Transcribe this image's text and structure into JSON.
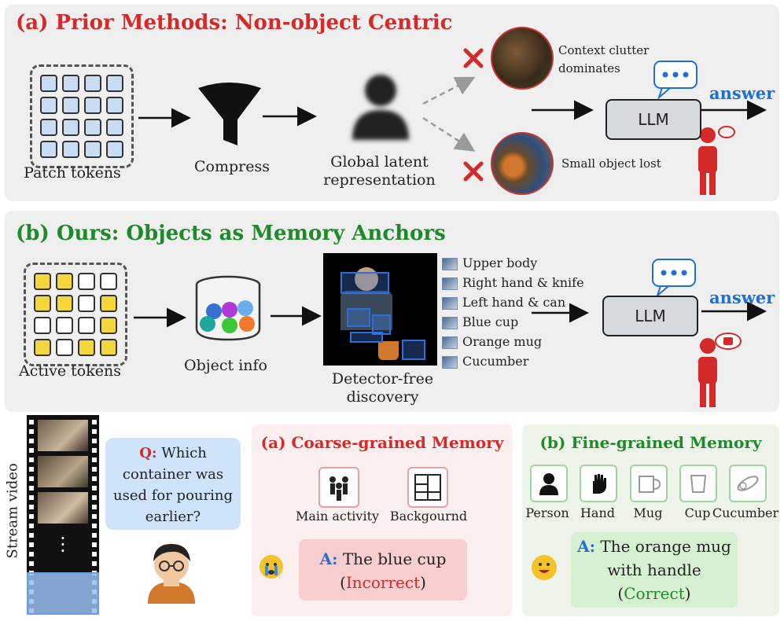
{
  "panel_a": {
    "title": "(a) Prior Methods: Non-object Centric",
    "patch_label": "Patch tokens",
    "compress_label": "Compress",
    "global_label_1": "Global latent",
    "global_label_2": "representation",
    "clutter_1": "Context clutter",
    "clutter_2": "dominates",
    "small_lost": "Small object lost",
    "llm": "LLM",
    "answer": "answer"
  },
  "panel_b": {
    "title": "(b) Ours: Objects as Memory Anchors",
    "active_label": "Active tokens",
    "object_label": "Object info",
    "detector_1": "Detector-free",
    "detector_2": "discovery",
    "objects": [
      "Upper body",
      "Right hand & knife",
      "Left hand & can",
      "Blue cup",
      "Orange mug",
      "Cucumber"
    ],
    "llm": "LLM",
    "answer": "answer"
  },
  "bottom": {
    "stream_label": "Stream video",
    "dots": "⋮",
    "q_prefix": "Q:",
    "q_text": "Which container was used for pouring earlier?",
    "coarse": {
      "title": "(a) Coarse-grained Memory",
      "icon1": "Main activity",
      "icon2": "Backgournd",
      "a_prefix": "A:",
      "a_text": "The blue cup",
      "verdict_open": "(",
      "verdict": "Incorrect",
      "verdict_close": ")"
    },
    "fine": {
      "title": "(b) Fine-grained Memory",
      "icons": [
        "Person",
        "Hand",
        "Mug",
        "Cup",
        "Cucumber"
      ],
      "a_prefix": "A:",
      "a_line1": "The orange mug",
      "a_line2": "with handle",
      "verdict_open": "(",
      "verdict": "Correct",
      "verdict_close": ")"
    }
  },
  "colors": {
    "red": "#d42a2a",
    "green": "#1f8a2a",
    "blue": "#1f6fd6",
    "patch_fill": "#c9ddf5",
    "active_fill": "#f5d63a"
  }
}
